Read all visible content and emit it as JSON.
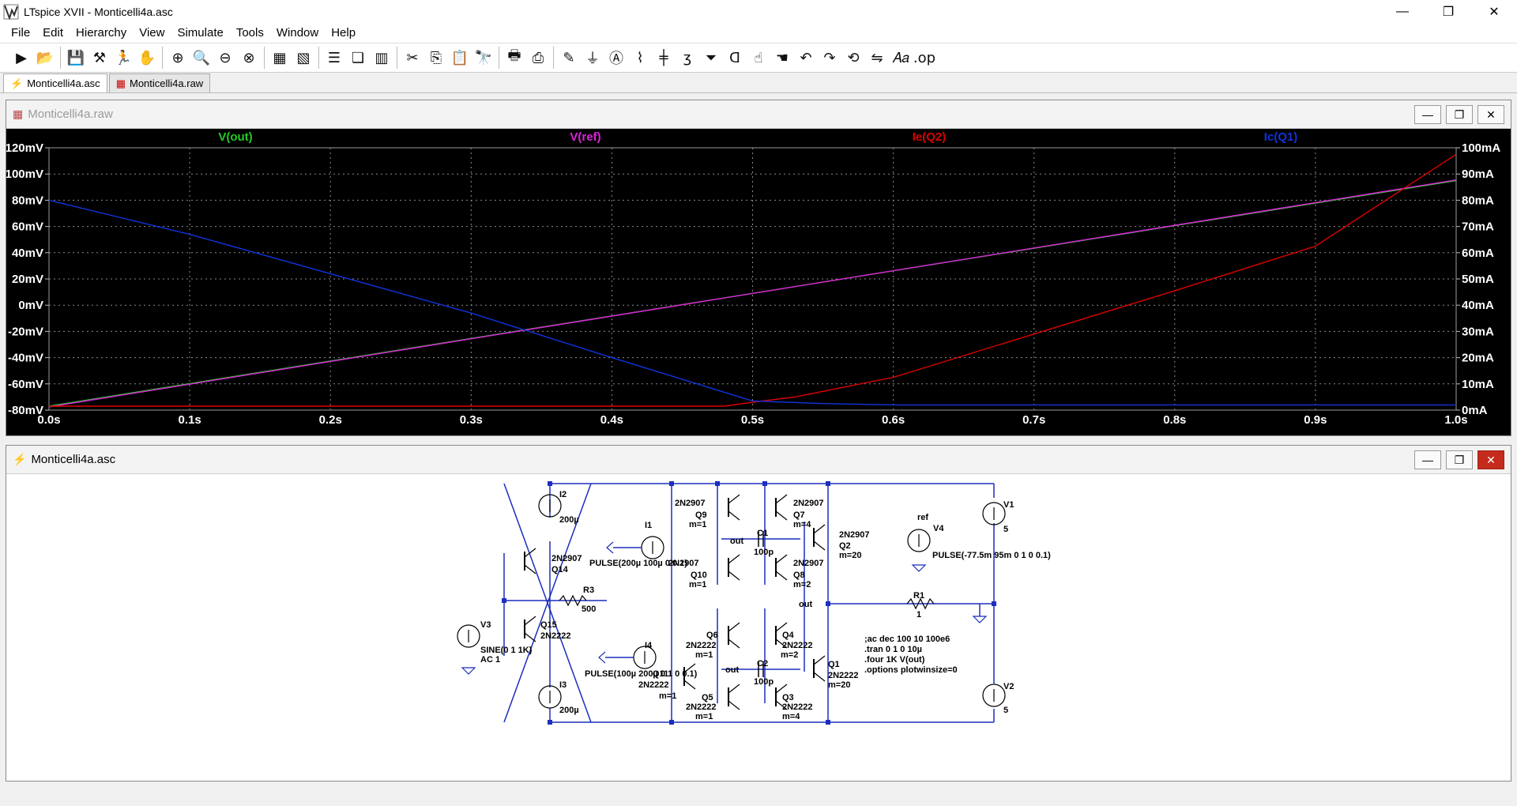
{
  "window": {
    "title": "LTspice XVII - Monticelli4a.asc"
  },
  "menu": [
    "File",
    "Edit",
    "Hierarchy",
    "View",
    "Simulate",
    "Tools",
    "Window",
    "Help"
  ],
  "toolbar_icons": [
    "run",
    "open",
    "save",
    "control-panel",
    "halt",
    "pan",
    "zoom-in",
    "zoom-area",
    "zoom-out",
    "zoom-fit",
    "autorange",
    "clear-plot",
    "tile-horizontal",
    "cascade",
    "tile-vertical",
    "cut",
    "copy",
    "paste",
    "find",
    "print-setup",
    "print",
    "draw-wire",
    "ground",
    "label-net",
    "resistor",
    "capacitor",
    "inductor",
    "diode",
    "component",
    "move",
    "drag",
    "undo",
    "redo",
    "rotate",
    "mirror",
    "text",
    "spice-directive"
  ],
  "tabs": [
    {
      "label": "Monticelli4a.asc",
      "icon": "schematic-icon"
    },
    {
      "label": "Monticelli4a.raw",
      "icon": "waveform-icon"
    }
  ],
  "plot_window": {
    "title": "Monticelli4a.raw"
  },
  "schematic_window": {
    "title": "Monticelli4a.asc"
  },
  "chart_data": {
    "type": "line",
    "xlabel": "",
    "x_ticks": [
      "0.0s",
      "0.1s",
      "0.2s",
      "0.3s",
      "0.4s",
      "0.5s",
      "0.6s",
      "0.7s",
      "0.8s",
      "0.9s",
      "1.0s"
    ],
    "xlim": [
      0.0,
      1.0
    ],
    "left_axis": {
      "ticks": [
        "120mV",
        "100mV",
        "80mV",
        "60mV",
        "40mV",
        "20mV",
        "0mV",
        "-20mV",
        "-40mV",
        "-60mV",
        "-80mV"
      ],
      "range": [
        -80,
        120
      ],
      "unit": "mV"
    },
    "right_axis": {
      "ticks": [
        "100mA",
        "90mA",
        "80mA",
        "70mA",
        "60mA",
        "50mA",
        "40mA",
        "30mA",
        "20mA",
        "10mA",
        "0mA"
      ],
      "range": [
        0,
        100
      ],
      "unit": "mA"
    },
    "grid": true,
    "background": "#000000",
    "series": [
      {
        "name": "V(out)",
        "color": "#22cc22",
        "axis": "left",
        "x": [
          0.0,
          1.0
        ],
        "y": [
          -77,
          95
        ]
      },
      {
        "name": "V(ref)",
        "color": "#dd22dd",
        "axis": "left",
        "x": [
          0.0,
          1.0
        ],
        "y": [
          -77.5,
          95.5
        ]
      },
      {
        "name": "Ie(Q2)",
        "color": "#dd0000",
        "axis": "right",
        "x": [
          0.0,
          0.3,
          0.48,
          0.5,
          0.53,
          0.6,
          0.7,
          0.8,
          0.9,
          1.0
        ],
        "y": [
          1.5,
          1.5,
          1.5,
          3.0,
          5.0,
          12.5,
          29.0,
          45.5,
          62.5,
          97.5
        ]
      },
      {
        "name": "Ic(Q1)",
        "color": "#1133dd",
        "axis": "right",
        "x": [
          0.0,
          0.1,
          0.2,
          0.3,
          0.4,
          0.5,
          0.55,
          0.6,
          0.8,
          1.0
        ],
        "y": [
          80.0,
          67.0,
          52.0,
          37.0,
          20.0,
          3.5,
          2.5,
          2.0,
          2.0,
          2.0
        ]
      }
    ]
  },
  "schematic": {
    "labels": [
      "I2",
      "200µ",
      "2N2907",
      "Q14",
      "R3",
      "500",
      "V3",
      "SINE(0 1 1K)",
      "AC 1",
      "Q15",
      "2N2222",
      "I3",
      "200µ",
      "I1",
      "PULSE(200µ 100µ 0 0.1)",
      "2N2907",
      "I4",
      "PULSE(100µ 200µ 0 1 0 0.1)",
      "Q11",
      "2N2222",
      "m=1",
      "2N2907",
      "Q9",
      "m=1",
      "Q10",
      "m=1",
      "Q6",
      "2N2222",
      "m=1",
      "Q5",
      "2N2222",
      "m=1",
      "C1",
      "100p",
      "out",
      "C2",
      "100p",
      "out",
      "2N2907",
      "Q7",
      "m=4",
      "2N2907",
      "Q8",
      "m=2",
      "Q4",
      "2N2222",
      "m=2",
      "Q3",
      "2N2222",
      "m=4",
      "2N2907",
      "Q2",
      "m=20",
      "Q1",
      "2N2222",
      "m=20",
      "out",
      "R1",
      "1",
      "V4",
      "ref",
      "PULSE(-77.5m 95m 0 1 0 0.1)",
      "V1",
      "5",
      "V2",
      "5"
    ],
    "directives": [
      ";ac dec 100 10 100e6",
      ".tran 0 1 0 10µ",
      ".four 1K V(out)",
      ".options plotwinsize=0"
    ]
  }
}
